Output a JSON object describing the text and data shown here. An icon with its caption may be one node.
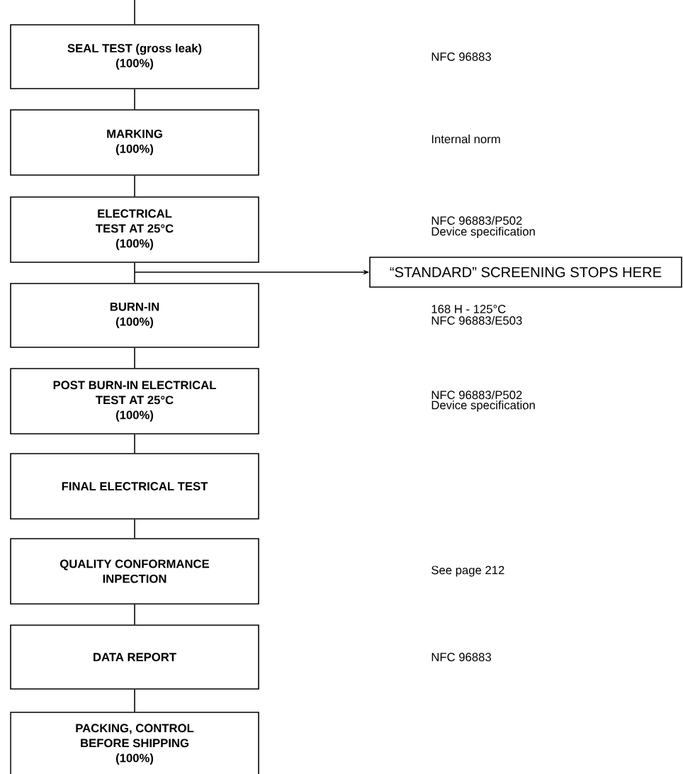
{
  "diagram": {
    "nodes": [
      {
        "text": [
          "SEAL TEST (gross leak)",
          "(100%)"
        ]
      },
      {
        "text": [
          "MARKING",
          "(100%)"
        ]
      },
      {
        "text": [
          "ELECTRICAL TEST AT 25°C",
          "(100%)"
        ]
      },
      {
        "text": [
          "BURN-IN",
          "(100%)"
        ]
      },
      {
        "text": [
          "POST BURN-IN ELECTRICAL TEST AT 25°C",
          "(100%)"
        ]
      },
      {
        "text": [
          "FINAL ELECTRICAL TEST"
        ]
      },
      {
        "text": [
          "QUALITY CONFORMANCE INPECTION"
        ]
      },
      {
        "text": [
          "DATA REPORT"
        ]
      },
      {
        "text": [
          "PACKING, CONTROL BEFORE SHIPPING",
          "(100%)"
        ]
      },
      {
        "text": [
          "“STANDARD” SCREENING STOPS HERE"
        ]
      }
    ],
    "edges": [
      {
        "from": null,
        "to": 0,
        "arrow": "none"
      },
      {
        "from": 0,
        "to": 1,
        "arrow": "none"
      },
      {
        "from": 1,
        "to": 2,
        "arrow": "none"
      },
      {
        "from": 2,
        "to": 3,
        "arrow": "none"
      },
      {
        "from": 3,
        "to": 4,
        "arrow": "none"
      },
      {
        "from": 4,
        "to": 5,
        "arrow": "none"
      },
      {
        "from": 5,
        "to": 6,
        "arrow": "none"
      },
      {
        "from": 6,
        "to": 7,
        "arrow": "none"
      },
      {
        "from": 7,
        "to": 8,
        "arrow": "none"
      },
      {
        "from": 2,
        "to": 9,
        "arrow": "to"
      }
    ],
    "labels": [
      "NFC 96883",
      "Internal norm",
      "NFC 96883/P502",
      "Device specification",
      "168 H - 125°C",
      "NFC 96883/E503",
      "NFC 96883/P502",
      "Device specification",
      "See page 212",
      "NFC 96883"
    ]
  }
}
